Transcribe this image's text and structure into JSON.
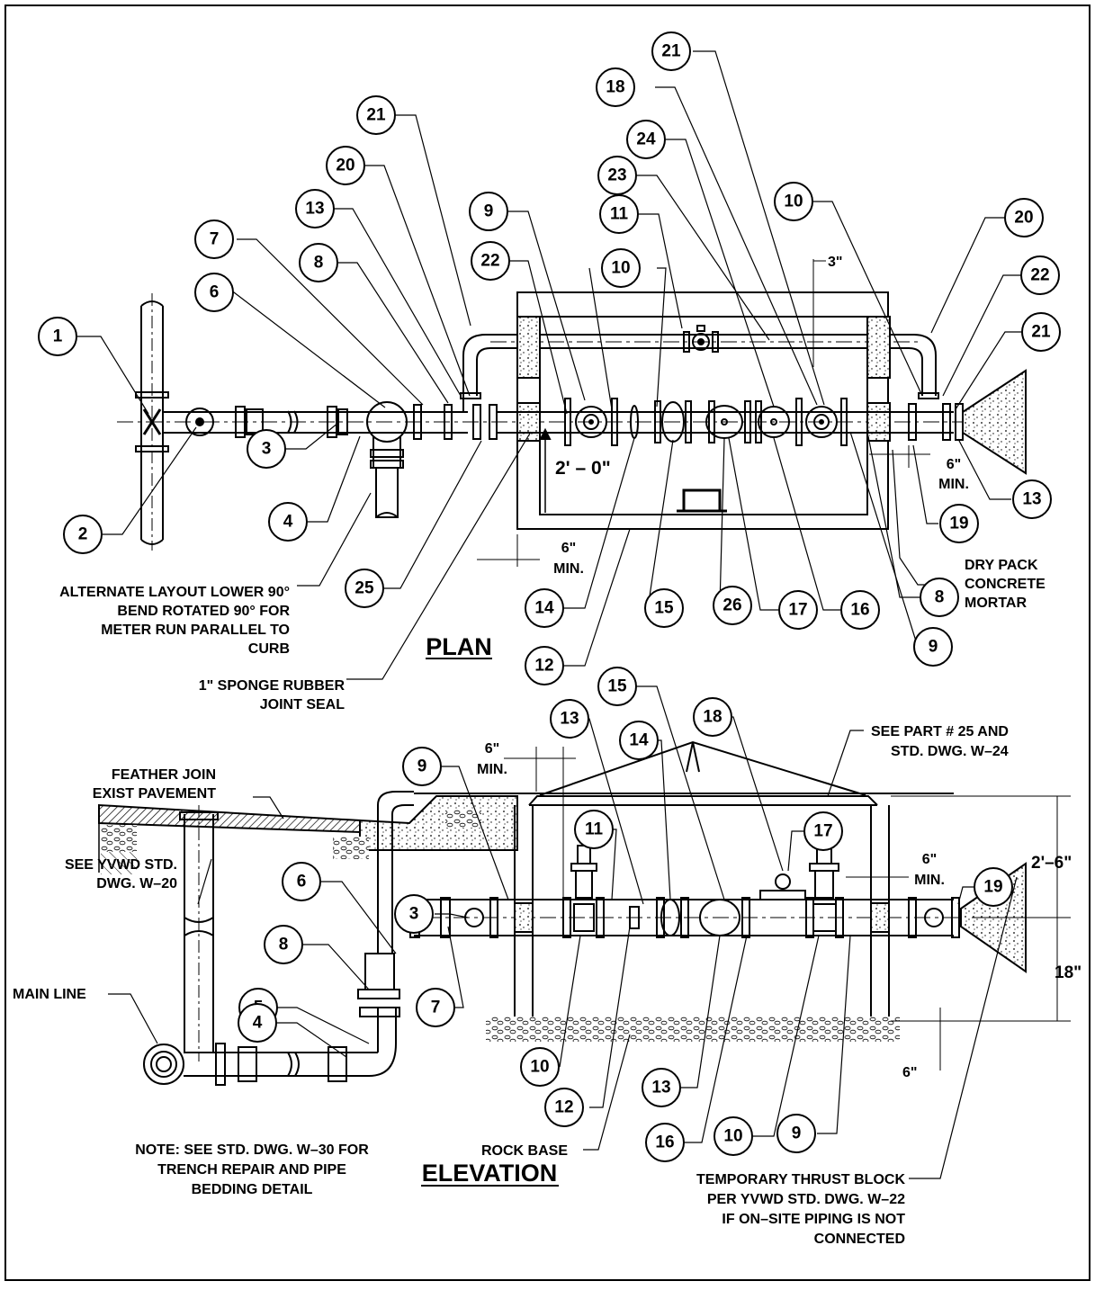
{
  "plan": {
    "title": "PLAN",
    "callouts": [
      "1",
      "2",
      "3",
      "4",
      "6",
      "7",
      "8",
      "13",
      "20",
      "21",
      "22",
      "9",
      "10",
      "11",
      "23",
      "24",
      "18",
      "21",
      "10",
      "20",
      "22",
      "21",
      "13",
      "19",
      "8",
      "9",
      "16",
      "17",
      "26",
      "15",
      "14",
      "12",
      "25"
    ],
    "notes": {
      "alternate_layout": [
        "ALTERNATE LAYOUT LOWER 90°",
        "BEND ROTATED 90° FOR",
        "METER RUN PARALLEL TO",
        "CURB"
      ],
      "sponge_rubber": [
        "1\" SPONGE RUBBER",
        "JOINT SEAL"
      ],
      "dry_pack": [
        "DRY PACK",
        "CONCRETE",
        "MORTAR"
      ],
      "dim_2ft": "2' – 0\"",
      "dim_6min_a": [
        "6\"",
        "MIN."
      ],
      "dim_6min_b": [
        "6\"",
        "MIN."
      ],
      "dim_3in": "3\""
    }
  },
  "elevation": {
    "title": "ELEVATION",
    "callouts": [
      "9",
      "13",
      "15",
      "14",
      "18",
      "11",
      "17",
      "19",
      "6",
      "8",
      "5",
      "4",
      "3",
      "7",
      "10",
      "12",
      "13",
      "16",
      "10",
      "9"
    ],
    "notes": {
      "feather": [
        "FEATHER JOIN",
        "EXIST PAVEMENT"
      ],
      "see_w20": [
        "SEE YVWD  STD.",
        "DWG. W–20"
      ],
      "main_line": "MAIN LINE",
      "see_part25": [
        "SEE PART # 25 AND",
        "STD. DWG. W–24"
      ],
      "trench_note": [
        "NOTE: SEE STD. DWG. W–30 FOR",
        "TRENCH REPAIR AND PIPE",
        "BEDDING DETAIL"
      ],
      "rock_base": "ROCK BASE",
      "thrust_block": [
        "TEMPORARY THRUST BLOCK",
        "PER YVWD STD. DWG. W–22",
        "IF ON–SITE PIPING IS NOT",
        "CONNECTED"
      ],
      "dim_6min_top": [
        "6\"",
        "MIN."
      ],
      "dim_6min_right": [
        "6\"",
        "MIN."
      ],
      "dim_2_6": "2'–6\"",
      "dim_18": "18\"",
      "dim_6": "6\""
    }
  },
  "colors": {
    "line": "#000000",
    "background": "#ffffff",
    "fill_gray": "#9a9a9a"
  }
}
